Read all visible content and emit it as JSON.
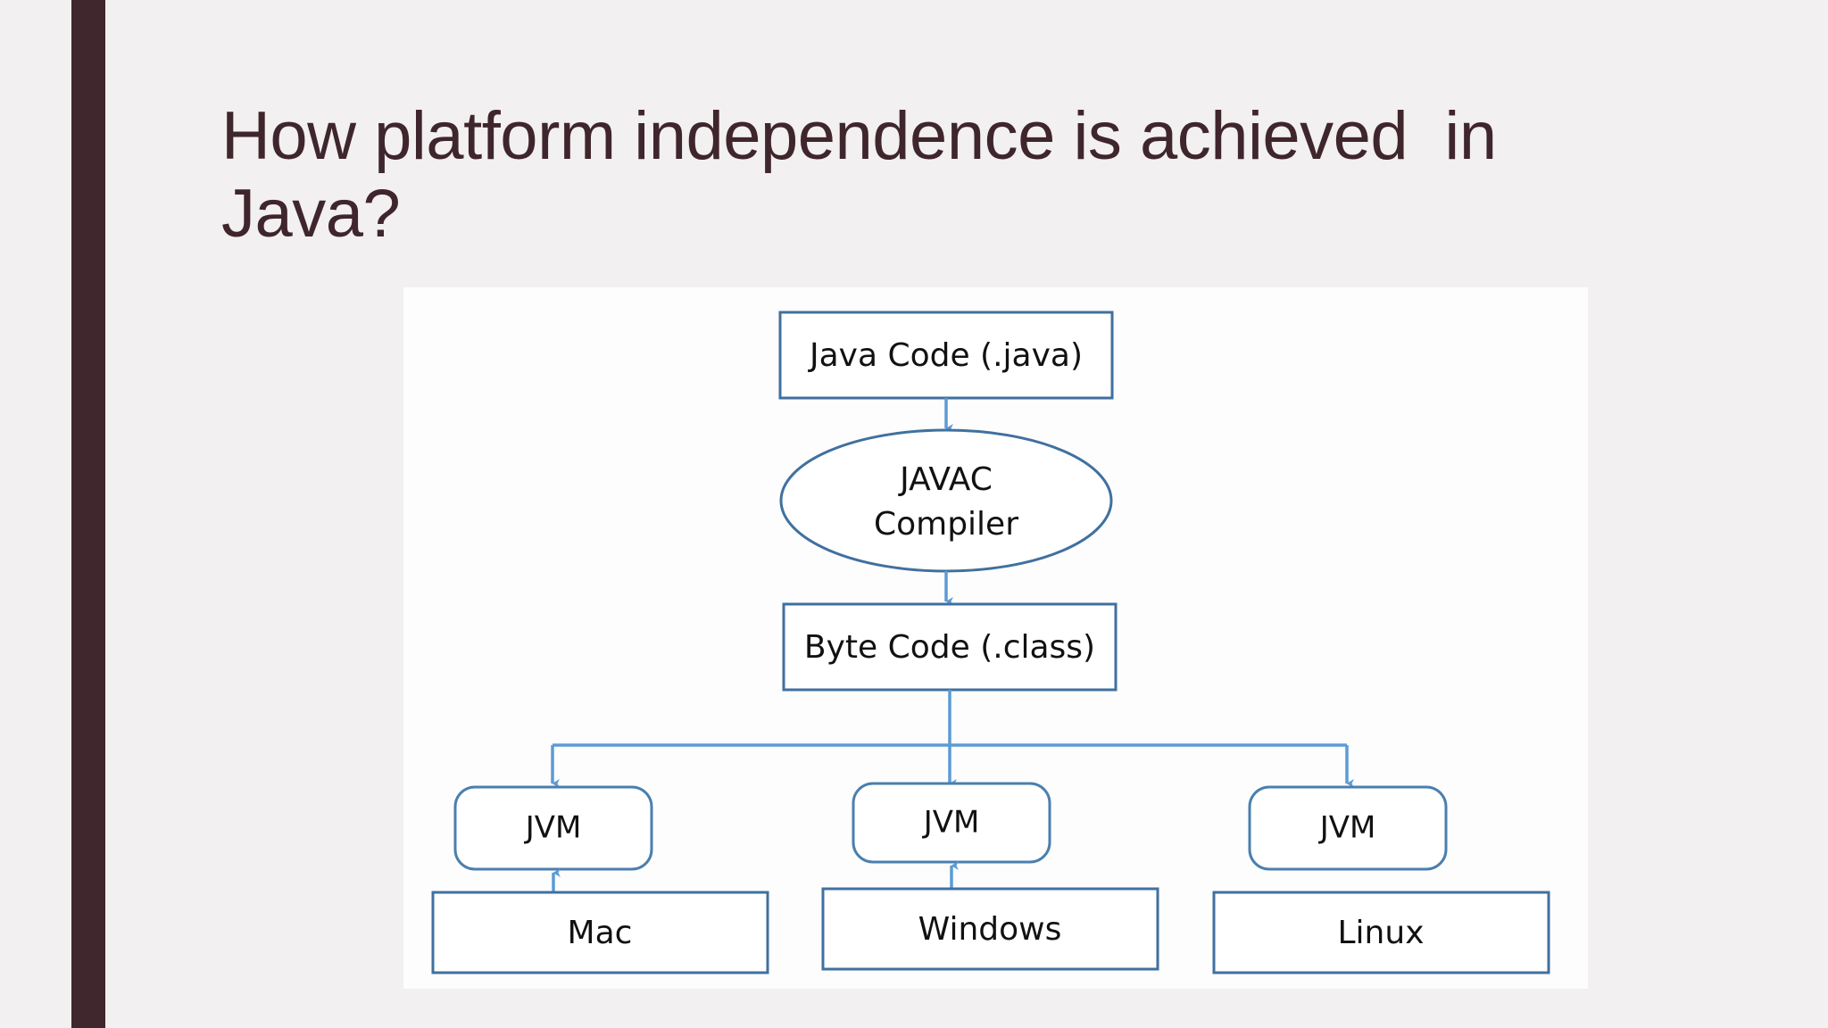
{
  "slide": {
    "background_color": "#f2f0f1",
    "accent_bar_color": "#40262d",
    "title": "How platform independence is achieved  in Java?",
    "title_color": "#3f262c"
  },
  "diagram": {
    "canvas_background": "#fdfdfd",
    "box_border_color": "#40709f",
    "arrow_color": "#5b9bd5",
    "nodes": {
      "source": {
        "label": "Java Code (.java)",
        "shape": "rectangle"
      },
      "compiler": {
        "label_line1": "JAVAC",
        "label_line2": "Compiler",
        "shape": "ellipse"
      },
      "bytecode": {
        "label": "Byte Code (.class)",
        "shape": "rectangle"
      },
      "jvm_mac": {
        "label": "JVM",
        "shape": "rounded-rectangle"
      },
      "jvm_windows": {
        "label": "JVM",
        "shape": "rounded-rectangle"
      },
      "jvm_linux": {
        "label": "JVM",
        "shape": "rounded-rectangle"
      },
      "platform_mac": {
        "label": "Mac",
        "shape": "rectangle"
      },
      "platform_windows": {
        "label": "Windows",
        "shape": "rectangle"
      },
      "platform_linux": {
        "label": "Linux",
        "shape": "rectangle"
      }
    }
  }
}
